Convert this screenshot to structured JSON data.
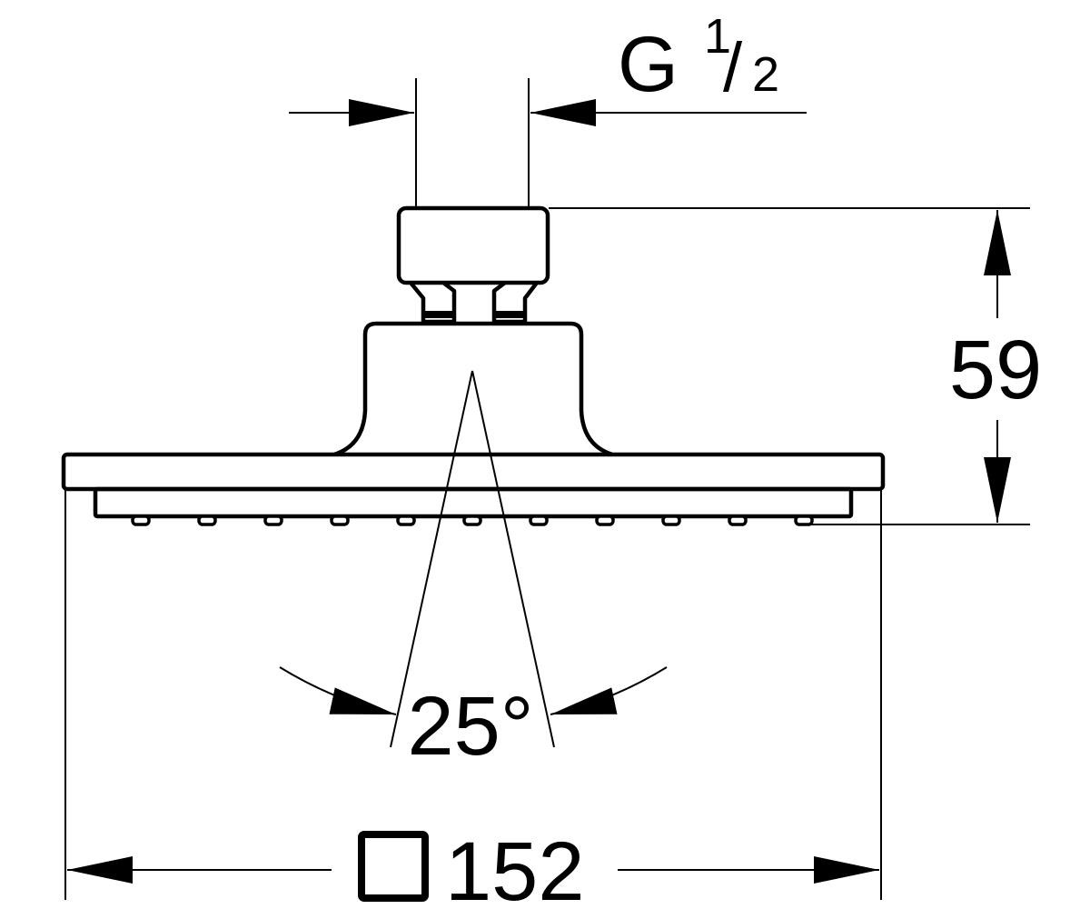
{
  "dimensions": {
    "thread": {
      "prefix": "G",
      "fraction_numerator": "1",
      "fraction_slash": "/",
      "fraction_denominator": "2"
    },
    "height": "59",
    "spray_angle": "25°",
    "width": "152",
    "width_shape": "square"
  },
  "colors": {
    "line": "#000000",
    "background": "#ffffff"
  }
}
